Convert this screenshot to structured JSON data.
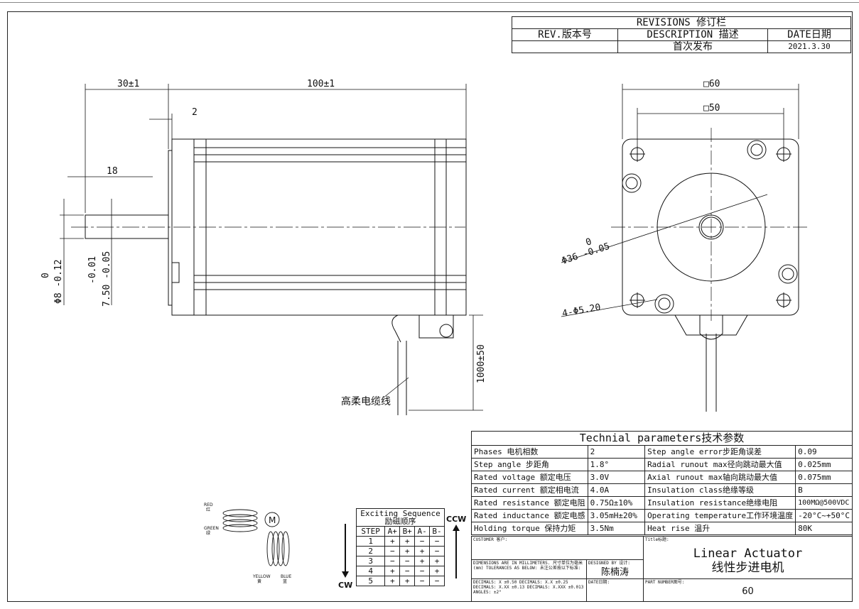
{
  "revisions": {
    "title": "REVISIONS 修订栏",
    "col_rev": "REV.版本号",
    "col_desc": "DESCRIPTION 描述",
    "col_date": "DATE日期",
    "row_desc": "首次发布",
    "row_date": "2021.3.30"
  },
  "dimensions": {
    "shaft_length": "30±1",
    "body_length": "100±1",
    "flange": "2",
    "flat_length": "18",
    "shaft_dia": "Φ8 -0.12",
    "shaft_dia_upper": "0",
    "flat_dim": "7.50 -0.05",
    "flat_dim_upper": "-0.01",
    "square_outer": "□60",
    "square_inner": "□50",
    "pilot_dia": "Φ36 -0.05",
    "pilot_upper": "0",
    "holes": "4-Φ5.20",
    "cable_length": "1000±50",
    "cable_label": "高柔电缆线"
  },
  "wiring": {
    "red": "RED",
    "red_cn": "红",
    "green": "GREEN",
    "green_cn": "绿",
    "yellow": "YELLOW",
    "yellow_cn": "黄",
    "blue": "BLUE",
    "blue_cn": "蓝",
    "motor": "M"
  },
  "sequence": {
    "title": "Exciting Sequence",
    "title_cn": "励磁顺序",
    "ccw": "CCW",
    "cw": "CW",
    "headers": [
      "STEP",
      "A+",
      "B+",
      "A-",
      "B-"
    ],
    "rows": [
      [
        "1",
        "+",
        "+",
        "−",
        "−"
      ],
      [
        "2",
        "−",
        "+",
        "+",
        "−"
      ],
      [
        "3",
        "−",
        "−",
        "+",
        "+"
      ],
      [
        "4",
        "+",
        "−",
        "−",
        "+"
      ],
      [
        "5",
        "+",
        "+",
        "−",
        "−"
      ]
    ]
  },
  "technical": {
    "title": "Technial parameters技术参数",
    "rows": [
      [
        "Phases 电机相数",
        "2",
        "Step angle error步距角误差",
        "0.09"
      ],
      [
        "Step angle 步距角",
        "1.8°",
        "Radial runout max径向跳动最大值",
        "0.025mm"
      ],
      [
        "Rated voltage 额定电压",
        "3.0V",
        "Axial runout max轴向跳动最大值",
        "0.075mm"
      ],
      [
        "Rated current 额定相电流",
        "4.0A",
        "Insulation class绝缘等级",
        "B"
      ],
      [
        "Rated resistance 额定电阻",
        "0.75Ω±10%",
        "Insulation resistance绝缘电阻",
        "100MΩ@500VDC"
      ],
      [
        "Rated inductance 额定电感",
        "3.05mH±20%",
        "Operating temperature工作环境温度",
        "-20°C~+50°C"
      ],
      [
        "Holding torque 保持力矩",
        "3.5Nm",
        "Heat rise 温升",
        "80K"
      ]
    ]
  },
  "title_block": {
    "customer": "CUSTOMER 客户:",
    "title_label": "Title标题:",
    "title_en": "Linear Actuator",
    "title_cn": "线性步进电机",
    "notes": "DIMENSIONS ARE IN MILLIMETERS. 尺寸单位为毫米(mm) TOLERANCES AS BELOW: 未注公差按以下标准:",
    "decimals": "DECIMALS: X ±0.50 DECIMALS: X.X ±0.25 DECIMALS: X.XX ±0.13 DECIMALS: X.XXX ±0.013 ANGLES: ±2°",
    "designed_by_label": "DESIGNED BY 设计:",
    "designer": "陈楠涛",
    "date_label": "DATE日期:",
    "part_number_label": "PART NUMBER图号:",
    "part_number": "60"
  }
}
